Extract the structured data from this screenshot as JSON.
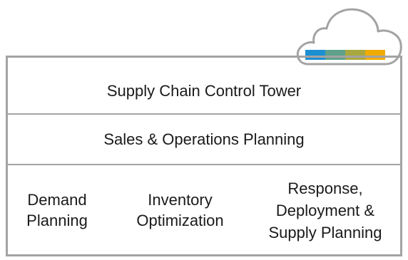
{
  "diagram": {
    "tower_label": "Supply Chain Control Tower",
    "sop_label": "Sales & Operations Planning",
    "modules": [
      {
        "label": "Demand\nPlanning"
      },
      {
        "label": "Inventory\nOptimization"
      },
      {
        "label": "Response,\nDeployment &\nSupply Planning"
      }
    ]
  },
  "cloud": {
    "icon": "cloud-icon",
    "stripe_colors": [
      "#1b8fd2",
      "#5ea28b",
      "#a9a83f",
      "#f0ab00"
    ],
    "outline_color": "#a3a3a3"
  }
}
